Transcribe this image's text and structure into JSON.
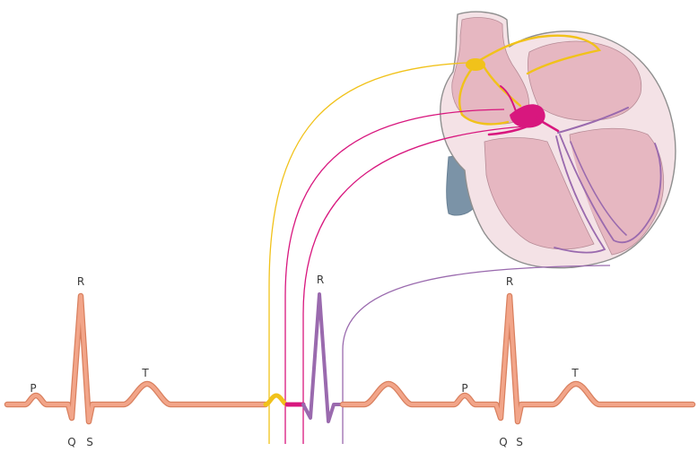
{
  "ecg": {
    "beat1": {
      "p": "P",
      "q": "Q",
      "r": "R",
      "s": "S",
      "t": "T"
    },
    "middle": {
      "r": "R"
    },
    "beat2": {
      "p": "P",
      "q": "Q",
      "r": "R",
      "s": "S",
      "t": "T"
    }
  },
  "colors": {
    "ecg_trace": "#f2a589",
    "ecg_trace_edge": "#d9805f",
    "atrial_conduction": "#f1c21a",
    "av_node_bundle": "#d8177e",
    "purkinje": "#9a6aae",
    "heart_tissue": "#e6b7c1",
    "heart_wall": "#f4e2e6",
    "aorta": "#7b93a7"
  }
}
